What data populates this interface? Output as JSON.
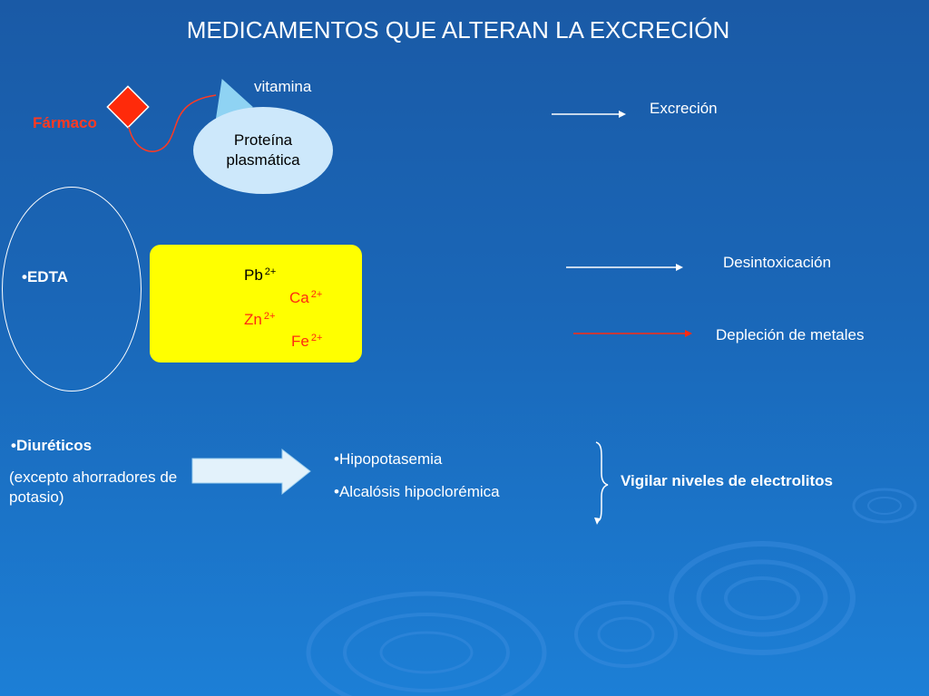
{
  "title": "MEDICAMENTOS QUE ALTERAN LA EXCRECIÓN",
  "top_section": {
    "drug_label": "Fármaco",
    "vitamin_label": "vitamina",
    "protein_line1": "Proteína",
    "protein_line2": "plasmática",
    "outcome": "Excreción"
  },
  "edta_section": {
    "label": "•EDTA",
    "metals": [
      {
        "symbol": "Pb",
        "charge": "2+"
      },
      {
        "symbol": "Ca",
        "charge": "2+"
      },
      {
        "symbol": "Zn",
        "charge": "2+"
      },
      {
        "symbol": "Fe",
        "charge": "2+"
      }
    ],
    "outcome_1": "Desintoxicación",
    "outcome_2": "Depleción de metales"
  },
  "diuretics_section": {
    "label": "•Diuréticos",
    "note": "(excepto ahorradores de potasio)",
    "effect_1": "•Hipopotasemia",
    "effect_2": "•Alcalósis hipoclorémica",
    "recommendation": "Vigilar niveles de electrolitos"
  },
  "colors": {
    "background": "#1a67b8",
    "drug_red": "#ff3a22",
    "metal_box": "#ffff00",
    "protein_fill": "#cde8fb",
    "arrow_fill": "#e3f2fb"
  }
}
